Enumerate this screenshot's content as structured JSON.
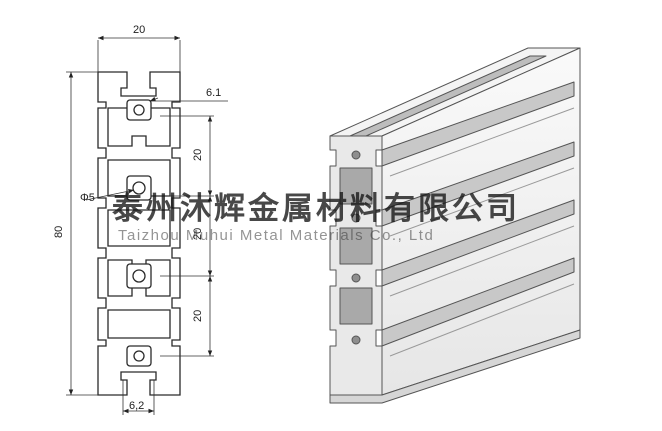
{
  "dimensions": {
    "width_top": "20",
    "slot_top": "6.1",
    "pitch_1": "20",
    "pitch_2": "20",
    "pitch_3": "20",
    "hole_diameter": "Φ5",
    "height_total": "80",
    "slot_bottom": "6,2"
  },
  "watermark": {
    "company_cn": "泰州沐辉金属材料有限公司",
    "company_en": "Taizhou Muhui Metal Materials Co., Ltd"
  },
  "colors": {
    "line": "#2a2a2a",
    "dim_line": "#333333",
    "profile_fill": "#ffffff",
    "metal_light": "#f2f2f2",
    "metal_mid": "#cfcfcf",
    "metal_dark": "#8e8e8e"
  }
}
